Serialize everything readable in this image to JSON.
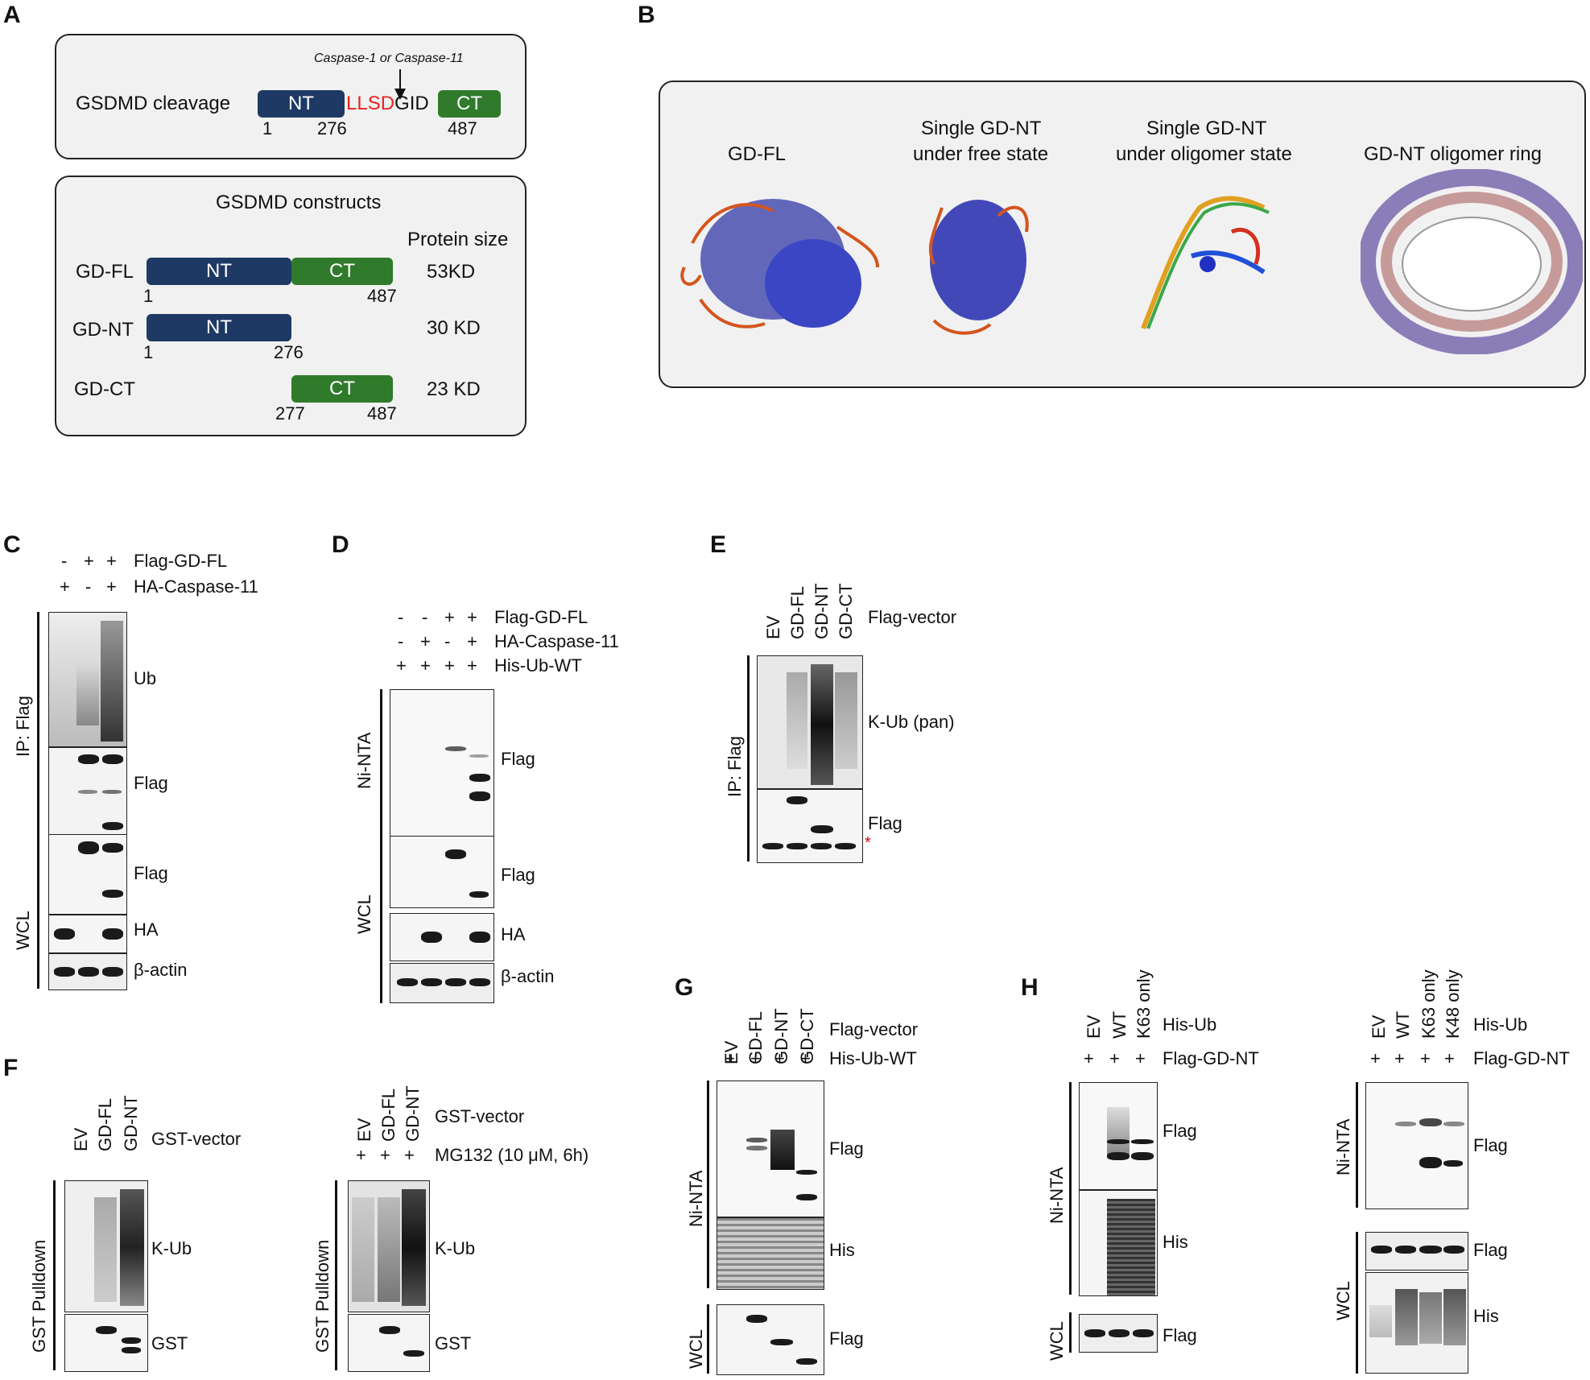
{
  "panels": {
    "A": "A",
    "B": "B",
    "C": "C",
    "D": "D",
    "E": "E",
    "F": "F",
    "G": "G",
    "H": "H"
  },
  "A": {
    "cleavage_label": "GSDMD cleavage",
    "arrow_label": "Caspase-1 or Caspase-11",
    "nt": "NT",
    "ct": "CT",
    "motif_red": "LLSD",
    "motif_black": "GID",
    "pos": [
      "1",
      "276",
      "487"
    ],
    "constructs_title": "GSDMD constructs",
    "size_header": "Protein size",
    "rows": [
      {
        "name": "GD-FL",
        "size": "53KD",
        "nums": [
          "1",
          "487"
        ]
      },
      {
        "name": "GD-NT",
        "size": "30 KD",
        "nums": [
          "1",
          "276"
        ]
      },
      {
        "name": "GD-CT",
        "size": "23 KD",
        "nums": [
          "277",
          "487"
        ]
      }
    ]
  },
  "B": {
    "titles": [
      "GD-FL",
      "Single GD-NT",
      "under free state",
      "Single GD-NT",
      "under oligomer state",
      "GD-NT oligomer ring"
    ]
  },
  "C": {
    "signs1": [
      "-",
      "+",
      "+"
    ],
    "row1": "Flag-GD-FL",
    "signs2": [
      "+",
      "-",
      "+"
    ],
    "row2": "HA-Caspase-11",
    "ip": "IP: Flag",
    "wcl": "WCL",
    "bands": [
      "Ub",
      "Flag",
      "Flag",
      "HA",
      "β-actin"
    ]
  },
  "D": {
    "signs1": [
      "-",
      "-",
      "+",
      "+"
    ],
    "row1": "Flag-GD-FL",
    "signs2": [
      "-",
      "+",
      "-",
      "+"
    ],
    "row2": "HA-Caspase-11",
    "signs3": [
      "+",
      "+",
      "+",
      "+"
    ],
    "row3": "His-Ub-WT",
    "ni": "Ni-NTA",
    "wcl": "WCL",
    "bands": [
      "Flag",
      "Flag",
      "HA",
      "β-actin"
    ]
  },
  "E": {
    "lanes": [
      "EV",
      "GD-FL",
      "GD-NT",
      "GD-CT"
    ],
    "vector": "Flag-vector",
    "ip": "IP: Flag",
    "bands": [
      "K-Ub (pan)",
      "Flag"
    ],
    "star": "*"
  },
  "F": {
    "lanes1": [
      "EV",
      "GD-FL",
      "GD-NT"
    ],
    "vector1": "GST-vector",
    "lanes2": [
      "EV",
      "GD-FL",
      "GD-NT"
    ],
    "vector2": "GST-vector",
    "signs": [
      "+",
      "+",
      "+"
    ],
    "mg": "MG132 (10 μM, 6h)",
    "side": "GST Pulldown",
    "bands": [
      "K-Ub",
      "GST"
    ]
  },
  "G": {
    "lanes": [
      "EV",
      "GD-FL",
      "GD-NT",
      "GD-CT"
    ],
    "vector": "Flag-vector",
    "signs": [
      "+",
      "+",
      "+",
      "+"
    ],
    "row": "His-Ub-WT",
    "ni": "Ni-NTA",
    "wcl": "WCL",
    "bands": [
      "Flag",
      "His",
      "Flag"
    ]
  },
  "H": {
    "lanes1": [
      "EV",
      "WT",
      "K63 only"
    ],
    "row_a": "His-Ub",
    "signs1": [
      "+",
      "+",
      "+"
    ],
    "row_b": "Flag-GD-NT",
    "lanes2": [
      "EV",
      "WT",
      "K63 only",
      "K48 only"
    ],
    "signs2": [
      "+",
      "+",
      "+",
      "+"
    ],
    "ni": "Ni-NTA",
    "wcl": "WCL",
    "bands1": [
      "Flag",
      "His",
      "Flag"
    ],
    "bands2": [
      "Flag",
      "Flag",
      "His"
    ]
  }
}
